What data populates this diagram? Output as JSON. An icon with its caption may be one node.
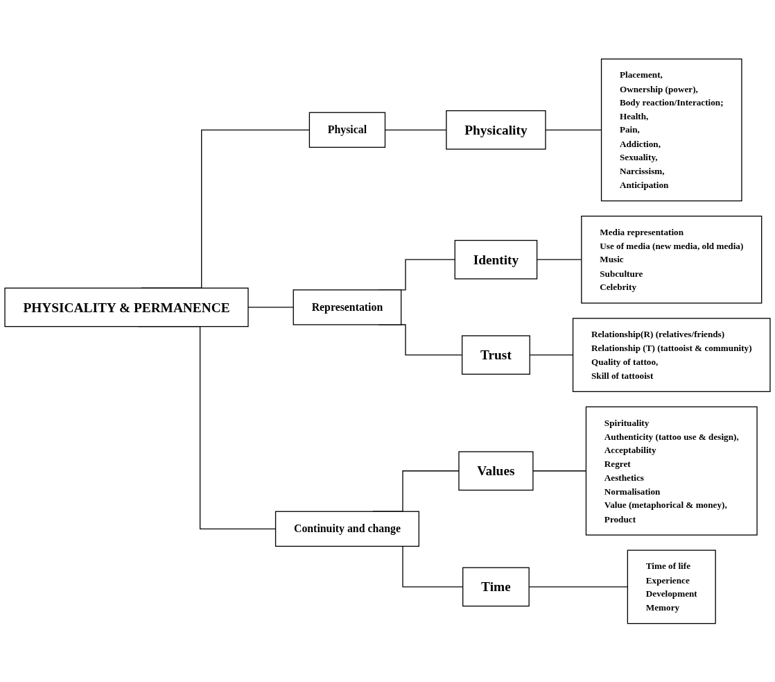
{
  "diagram": {
    "nodes": [
      {
        "text": [
          "PHYSICALITY & PERMANENCE"
        ]
      },
      {
        "text": [
          "Physical"
        ]
      },
      {
        "text": [
          "Physicality"
        ]
      },
      {
        "text": [
          "Placement,",
          "Ownership (power),",
          "Body reaction/Interaction;",
          "Health,",
          "Pain,",
          "Addiction,",
          "Sexuality,",
          "Narcissism,",
          "Anticipation"
        ]
      },
      {
        "text": [
          "Representation"
        ]
      },
      {
        "text": [
          "Identity"
        ]
      },
      {
        "text": [
          "Media representation",
          "Use of media (new media, old media)",
          "Music",
          "Subculture",
          "Celebrity"
        ]
      },
      {
        "text": [
          "Trust"
        ]
      },
      {
        "text": [
          "Relationship(R) (relatives/friends)",
          "Relationship (T) (tattooist & community)",
          "Quality of tattoo,",
          "Skill of tattooist"
        ]
      },
      {
        "text": [
          "Continuity and change"
        ]
      },
      {
        "text": [
          "Values"
        ]
      },
      {
        "text": [
          "Spirituality",
          "Authenticity (tattoo use & design),",
          "Acceptability",
          "Regret",
          "Aesthetics",
          "Normalisation",
          "Value (metaphorical & money),",
          "Product"
        ]
      },
      {
        "text": [
          "Time"
        ]
      },
      {
        "text": [
          "Time of life",
          "Experience",
          "Development",
          "Memory"
        ]
      }
    ],
    "edges": [
      {
        "from": 0,
        "to": 1,
        "arrow": "none"
      },
      {
        "from": 0,
        "to": 4,
        "arrow": "none"
      },
      {
        "from": 0,
        "to": 9,
        "arrow": "none"
      },
      {
        "from": 1,
        "to": 2,
        "arrow": "none"
      },
      {
        "from": 2,
        "to": 3,
        "arrow": "none"
      },
      {
        "from": 4,
        "to": 5,
        "arrow": "none"
      },
      {
        "from": 4,
        "to": 7,
        "arrow": "none"
      },
      {
        "from": 5,
        "to": 6,
        "arrow": "none"
      },
      {
        "from": 7,
        "to": 8,
        "arrow": "none"
      },
      {
        "from": 9,
        "to": 10,
        "arrow": "none"
      },
      {
        "from": 9,
        "to": 12,
        "arrow": "none"
      },
      {
        "from": 10,
        "to": 11,
        "arrow": "none"
      },
      {
        "from": 12,
        "to": 13,
        "arrow": "none"
      }
    ]
  }
}
